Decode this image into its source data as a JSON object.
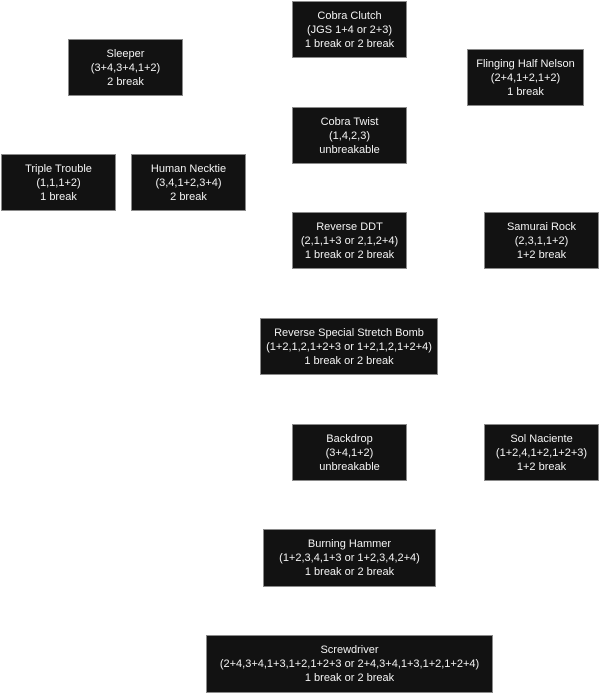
{
  "diagram": {
    "nodes": [
      {
        "id": "cobra-clutch",
        "name": "Cobra Clutch",
        "sequence": "(JGS 1+4 or 2+3)",
        "breaks": "1 break or 2 break"
      },
      {
        "id": "sleeper",
        "name": "Sleeper",
        "sequence": "(3+4,3+4,1+2)",
        "breaks": "2 break"
      },
      {
        "id": "fhn",
        "name": "Flinging Half Nelson",
        "sequence": "(2+4,1+2,1+2)",
        "breaks": "1 break"
      },
      {
        "id": "cobra-twist",
        "name": "Cobra Twist",
        "sequence": "(1,4,2,3)",
        "breaks": "unbreakable"
      },
      {
        "id": "triple-trouble",
        "name": "Triple Trouble",
        "sequence": "(1,1,1+2)",
        "breaks": "1 break"
      },
      {
        "id": "human-necktie",
        "name": "Human Necktie",
        "sequence": "(3,4,1+2,3+4)",
        "breaks": "2 break"
      },
      {
        "id": "reverse-ddt",
        "name": "Reverse DDT",
        "sequence": "(2,1,1+3 or 2,1,2+4)",
        "breaks": "1 break or 2 break"
      },
      {
        "id": "samurai-rock",
        "name": "Samurai Rock",
        "sequence": "(2,3,1,1+2)",
        "breaks": "1+2 break"
      },
      {
        "id": "rssb",
        "name": "Reverse Special Stretch Bomb",
        "sequence": "(1+2,1,2,1+2+3 or 1+2,1,2,1+2+4)",
        "breaks": "1 break or 2 break"
      },
      {
        "id": "backdrop",
        "name": "Backdrop",
        "sequence": "(3+4,1+2)",
        "breaks": "unbreakable"
      },
      {
        "id": "sol-naciente",
        "name": "Sol Naciente",
        "sequence": "(1+2,4,1+2,1+2+3)",
        "breaks": "1+2 break"
      },
      {
        "id": "burning-hammer",
        "name": "Burning Hammer",
        "sequence": "(1+2,3,4,1+3 or 1+2,3,4,2+4)",
        "breaks": "1 break or 2 break"
      },
      {
        "id": "screwdriver",
        "name": "Screwdriver",
        "sequence": "(2+4,3+4,1+3,1+2,1+2+3 or 2+4,3+4,1+3,1+2,1+2+4)",
        "breaks": "1 break or 2 break"
      }
    ]
  },
  "colors": {
    "node_background": "#121212",
    "node_border": "#8a8a8a",
    "node_text": "#f2f2f2",
    "page_background": "#ffffff"
  }
}
